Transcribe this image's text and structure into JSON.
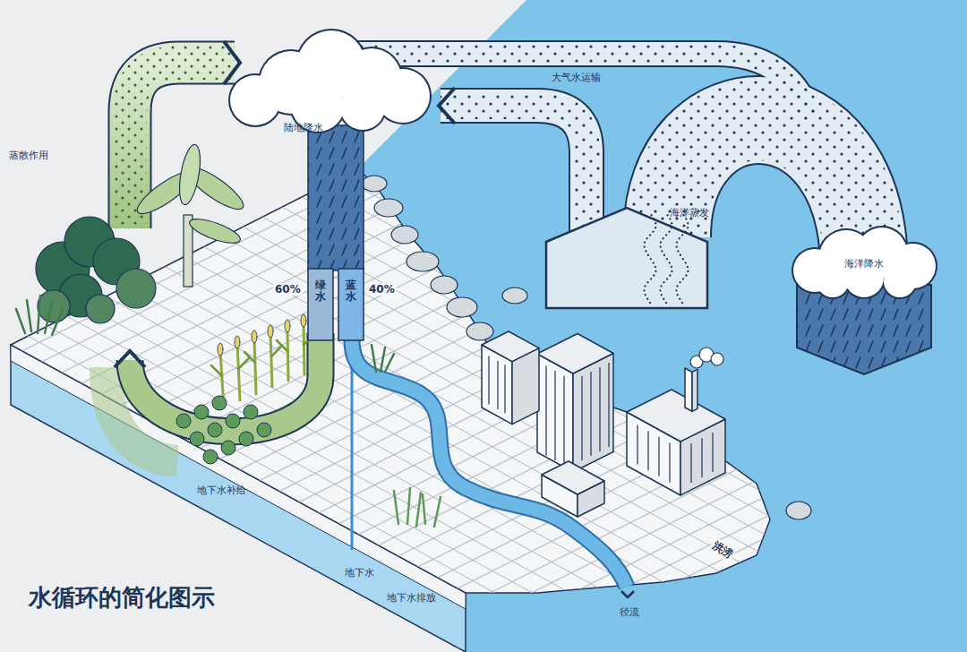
{
  "diagram": {
    "title": "水循环的简化图示",
    "nodes": [
      {
        "text": [
          "陆地降水"
        ]
      },
      {
        "text": [
          "海洋蒸发"
        ]
      },
      {
        "text": [
          "海洋降水"
        ]
      },
      {
        "text": [
          "绿水"
        ]
      },
      {
        "text": [
          "蓝水"
        ]
      }
    ],
    "labels": [
      "蒸散作用",
      "大气水运输",
      "60%",
      "40%",
      "地下水补给",
      "地下水",
      "地下水排放",
      "径流",
      "洪涝"
    ]
  }
}
